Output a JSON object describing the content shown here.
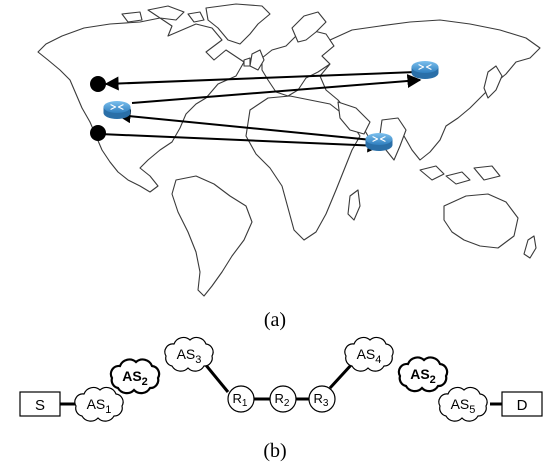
{
  "captions": {
    "a": "(a)",
    "b": "(b)"
  },
  "map": {
    "endpoint_color": "#000000",
    "router_color": "#3a8fd0",
    "arrow_color": "#000000"
  },
  "path": {
    "source": "S",
    "destination": "D",
    "clouds": {
      "as1": {
        "base": "AS",
        "sub": "1"
      },
      "as2_left": {
        "base": "AS",
        "sub": "2"
      },
      "as3": {
        "base": "AS",
        "sub": "3"
      },
      "as4": {
        "base": "AS",
        "sub": "4"
      },
      "as2_right": {
        "base": "AS",
        "sub": "2"
      },
      "as5": {
        "base": "AS",
        "sub": "5"
      }
    },
    "routers": {
      "r1": {
        "base": "R",
        "sub": "1"
      },
      "r2": {
        "base": "R",
        "sub": "2"
      },
      "r3": {
        "base": "R",
        "sub": "3"
      }
    }
  }
}
